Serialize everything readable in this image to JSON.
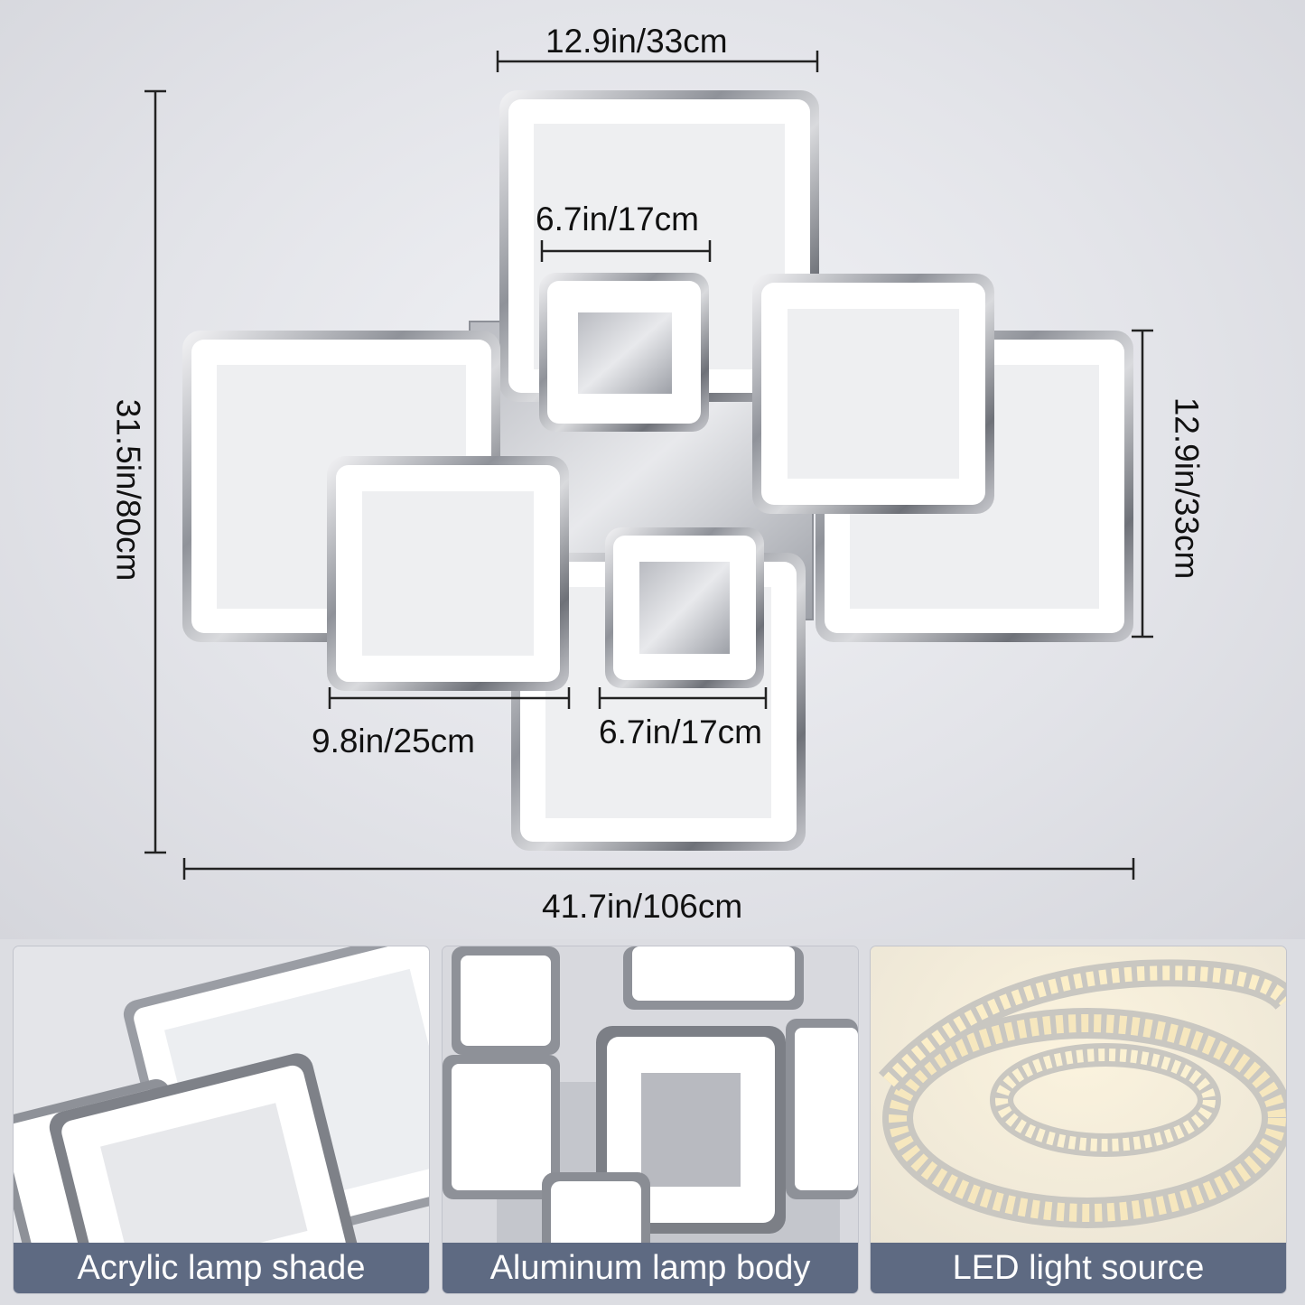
{
  "dimensions": {
    "top_width": "12.9in/33cm",
    "inner_top_width": "6.7in/17cm",
    "total_height": "31.5in/80cm",
    "right_height": "12.9in/33cm",
    "small_square_width": "9.8in/25cm",
    "inner_bottom_width": "6.7in/17cm",
    "total_width": "41.7in/106cm"
  },
  "features": [
    {
      "caption": "Acrylic lamp shade",
      "icon": "acrylic-shade-closeup"
    },
    {
      "caption": "Aluminum lamp body",
      "icon": "aluminum-body-closeup"
    },
    {
      "caption": "LED light source",
      "icon": "led-strip-coil"
    }
  ],
  "colors": {
    "caption_bar": "#5e6a82",
    "chrome": "#8a8d94",
    "acrylic": "#ffffff",
    "led_glow": "#f5e3b8"
  }
}
